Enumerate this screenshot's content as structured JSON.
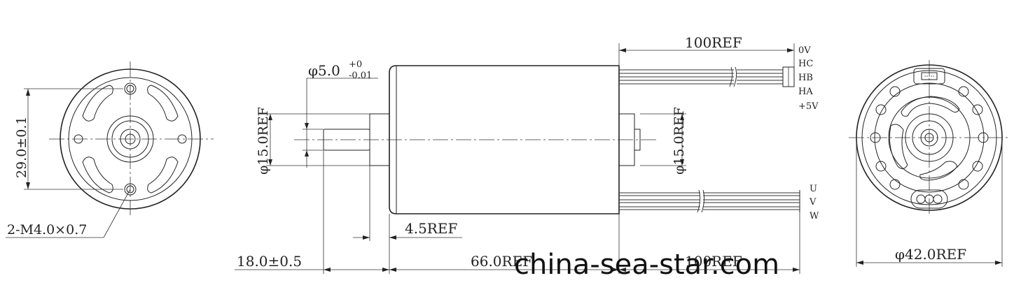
{
  "dimensions": {
    "mount_spacing": "29.0±0.1",
    "mount_thread": "2-M4.0×0.7",
    "shaft_dia": "φ5.0",
    "shaft_tol_upper": "+0",
    "shaft_tol_lower": "-0.01",
    "boss_dia_left": "φ15.0REF",
    "boss_dia_right": "φ15.0REF",
    "boss_length": "4.5REF",
    "shaft_length": "18.0±0.5",
    "body_length": "66.0REF",
    "wire_length_top": "100REF",
    "wire_length_bottom": "100REF",
    "body_diameter": "φ42.0REF"
  },
  "wire_labels_top": [
    "0V",
    "HC",
    "HB",
    "HA",
    "+5V"
  ],
  "wire_labels_bottom": [
    "U",
    "V",
    "W"
  ],
  "watermark": "china-sea-star.com"
}
